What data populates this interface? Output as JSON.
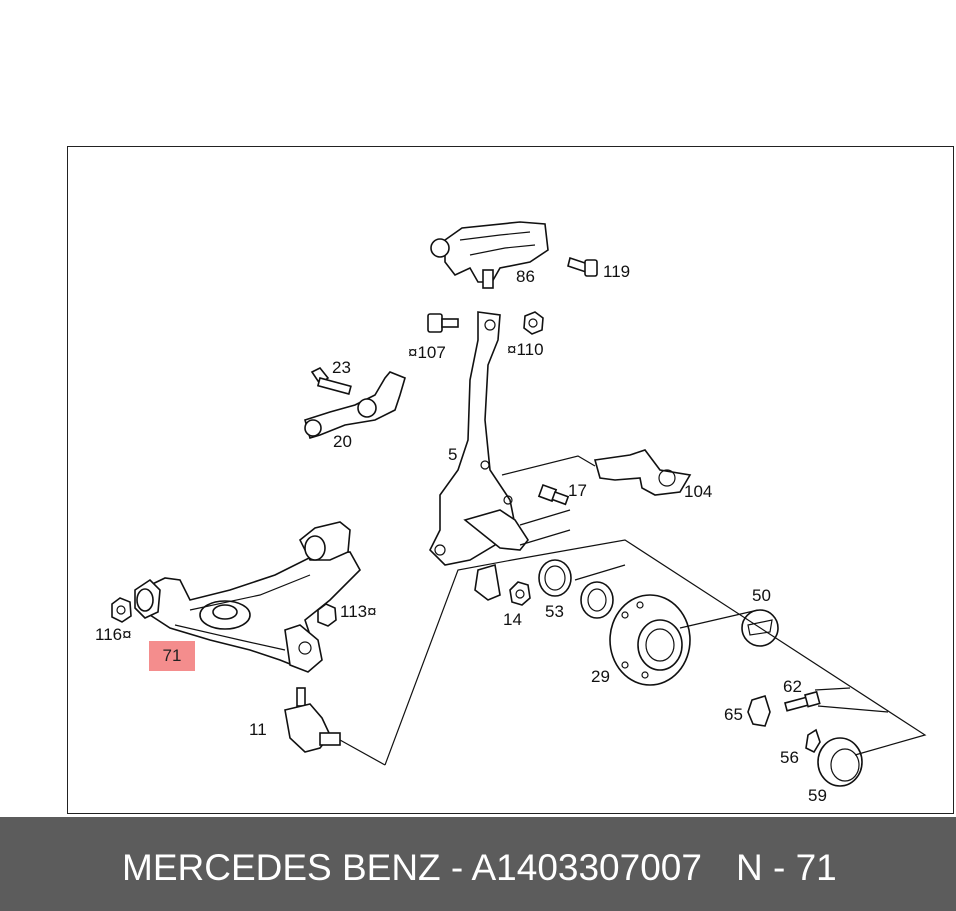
{
  "labels": {
    "p86": "86",
    "p119": "119",
    "p107": "¤107",
    "p110": "¤110",
    "p23": "23",
    "p20": "20",
    "p5": "5",
    "p17": "17",
    "p104": "104",
    "p113": "113¤",
    "p116": "116¤",
    "p14": "14",
    "p53": "53",
    "p50": "50",
    "p29": "29",
    "p62": "62",
    "p65": "65",
    "p11": "11",
    "p56": "56",
    "p59": "59"
  },
  "highlight": {
    "label": "71",
    "color": "#f48d8d"
  },
  "footer": {
    "brand_part": "MERCEDES BENZ - A1403307007",
    "ref": "N - 71",
    "background": "#5c5c5c"
  }
}
